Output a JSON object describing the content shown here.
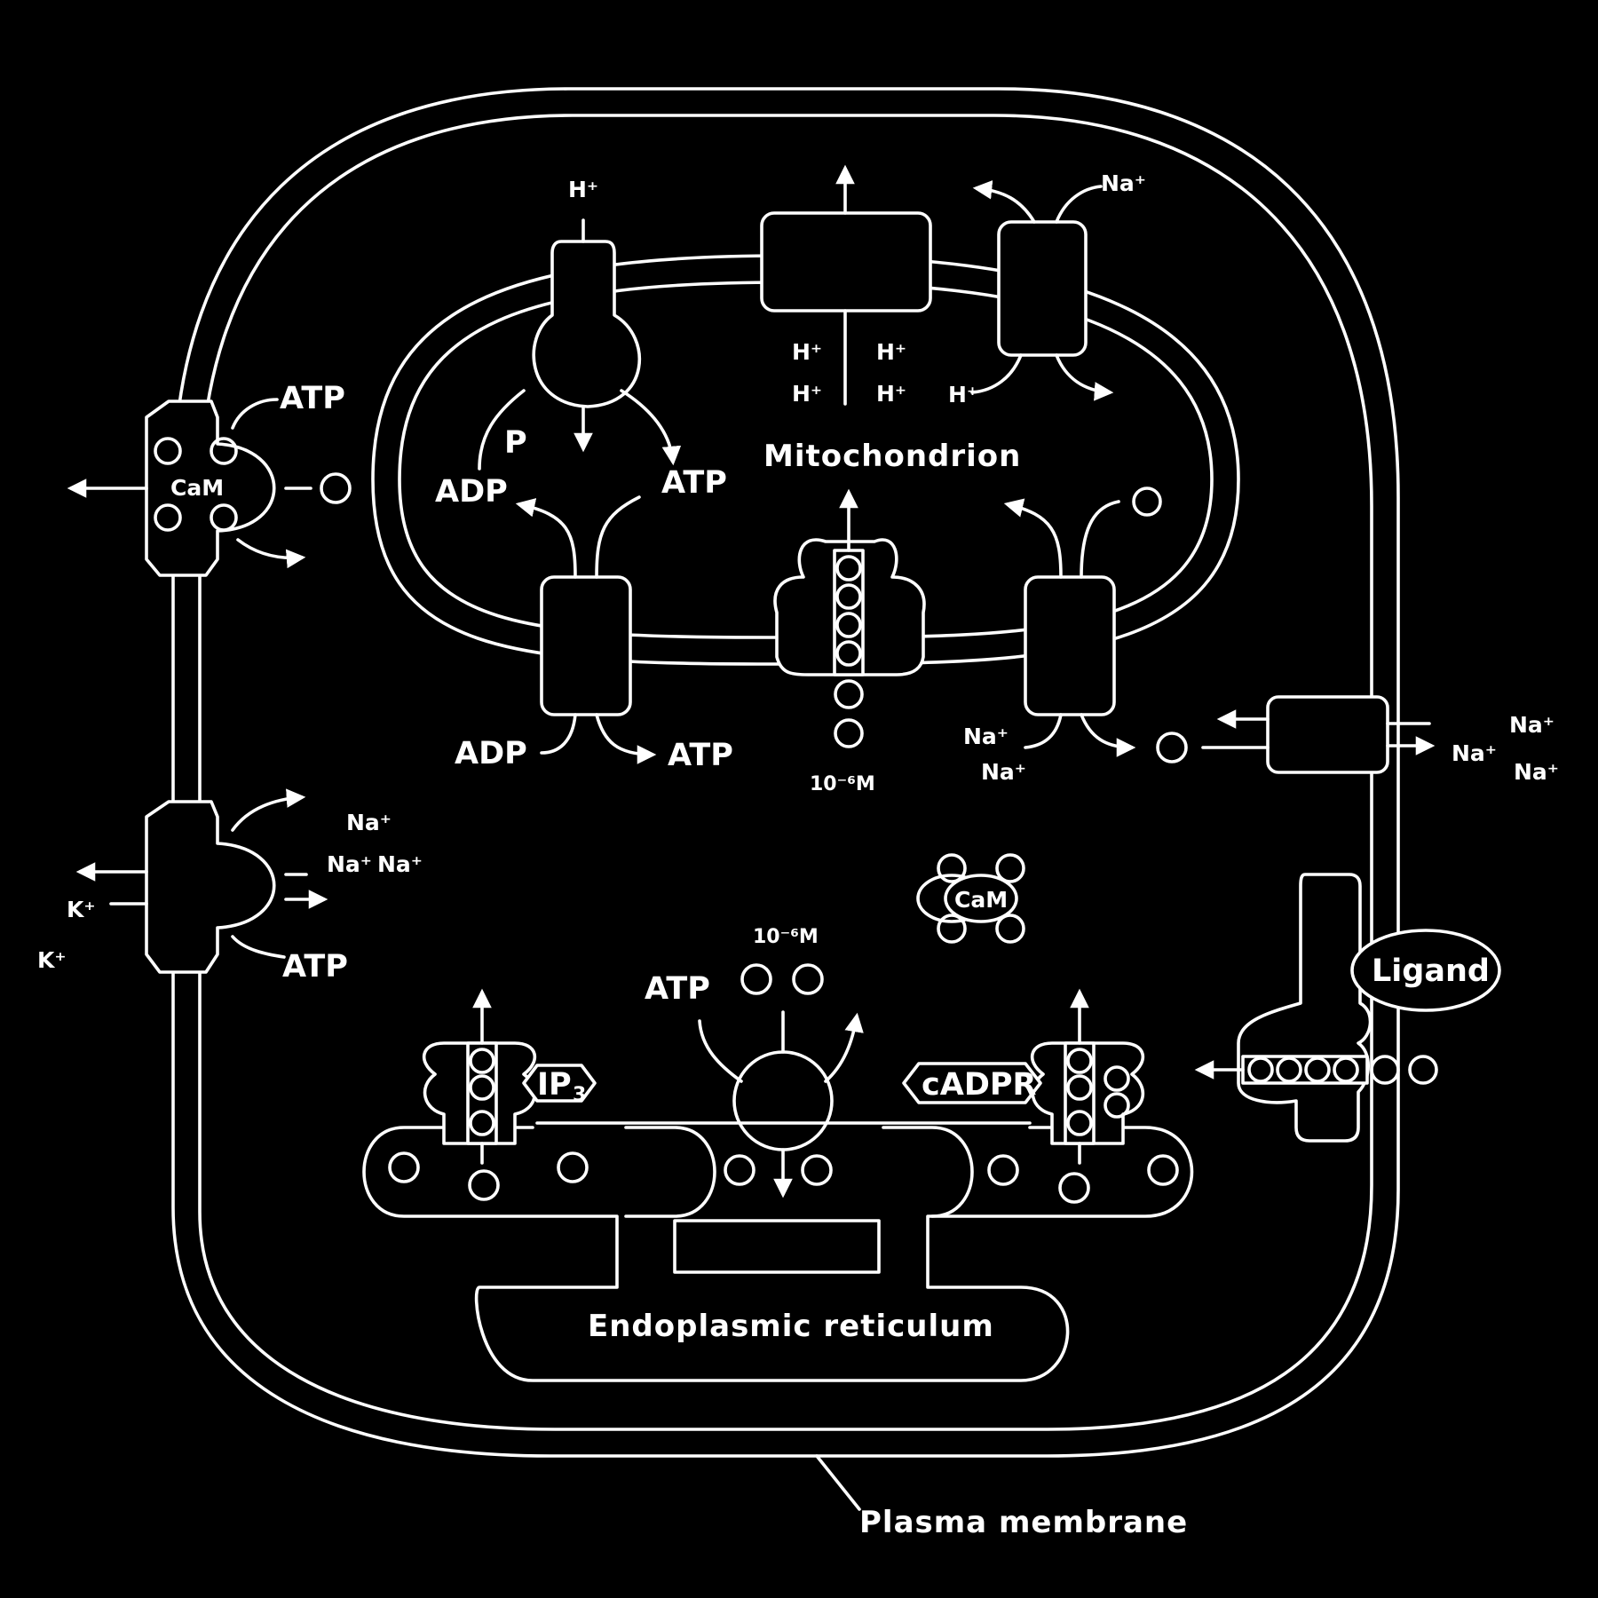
{
  "labels": {
    "mitochondrion": "Mitochondrion",
    "endoplasmic_reticulum": "Endoplasmic reticulum",
    "plasma_membrane": "Plasma membrane",
    "ligand": "Ligand",
    "cam": "CaM",
    "ip3": "IP",
    "ip3_sub": "3",
    "cadpr": "cADPR",
    "atp": "ATP",
    "adp": "ADP",
    "p": "P",
    "h_ion": "H⁺",
    "na_ion": "Na⁺",
    "k_ion": "K⁺",
    "conc_cytosol": "10⁻⁶M",
    "conc_mito": "10⁻⁶M"
  },
  "colors": {
    "background": "#000000",
    "line": "#ffffff"
  }
}
